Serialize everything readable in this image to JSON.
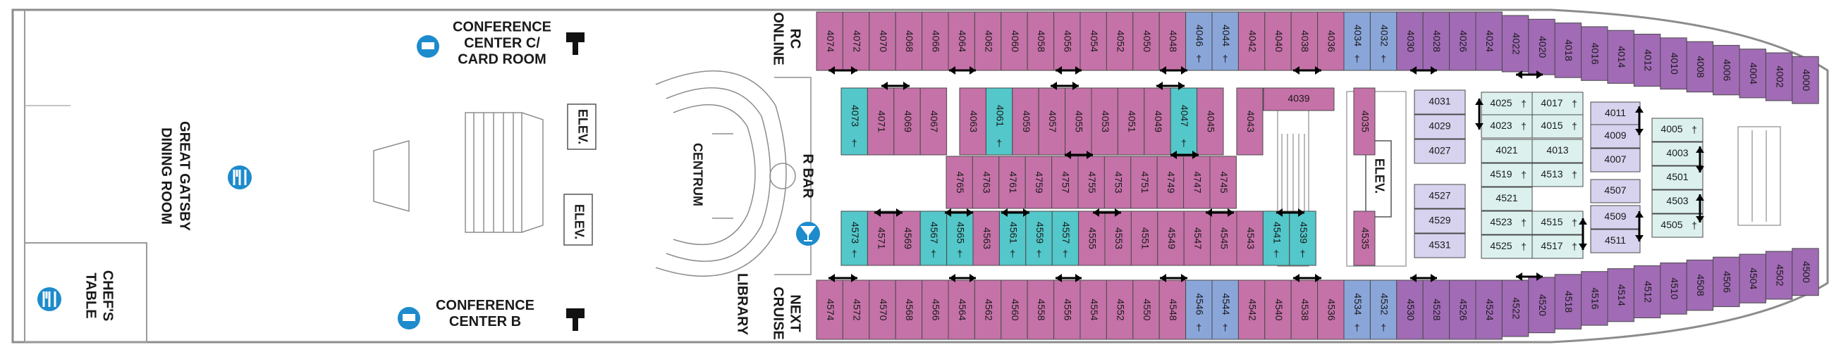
{
  "colors": {
    "suite": "#c572a8",
    "connecting": "#8aa6d9",
    "accessible": "#53c7c9",
    "interior": "#d7d2ee",
    "interior_alt": "#dcf1ee",
    "forward": "#a16bb6",
    "icon": "#1d8bcc",
    "outline": "#4a4a4a"
  },
  "venues": {
    "conference_c": [
      "CONFERENCE",
      "CENTER C/",
      "CARD ROOM"
    ],
    "conference_b": [
      "CONFERENCE",
      "CENTER B"
    ],
    "great_gatsby": [
      "GREAT GATSBY",
      "DINING ROOM"
    ],
    "chefs_table": [
      "CHEF'S",
      "TABLE"
    ],
    "rc_online": [
      "RC",
      "ONLINE"
    ],
    "next_cruise": [
      "NEXT",
      "CRUISE"
    ],
    "library": "LIBRARY",
    "centrum": "CENTRUM",
    "r_bar": "R BAR",
    "elev": "ELEV."
  },
  "cabins": {
    "top_row": [
      {
        "num": "4074",
        "cat": "suite"
      },
      {
        "num": "4072",
        "cat": "suite"
      },
      {
        "num": "4070",
        "cat": "suite"
      },
      {
        "num": "4068",
        "cat": "suite"
      },
      {
        "num": "4066",
        "cat": "suite"
      },
      {
        "num": "4064",
        "cat": "suite"
      },
      {
        "num": "4062",
        "cat": "suite"
      },
      {
        "num": "4060",
        "cat": "suite"
      },
      {
        "num": "4058",
        "cat": "suite"
      },
      {
        "num": "4056",
        "cat": "suite"
      },
      {
        "num": "4054",
        "cat": "suite"
      },
      {
        "num": "4052",
        "cat": "suite"
      },
      {
        "num": "4050",
        "cat": "suite"
      },
      {
        "num": "4048",
        "cat": "suite"
      },
      {
        "num": "4046",
        "cat": "connecting",
        "acc": true
      },
      {
        "num": "4044",
        "cat": "connecting",
        "acc": true
      },
      {
        "num": "4042",
        "cat": "suite"
      },
      {
        "num": "4040",
        "cat": "suite"
      },
      {
        "num": "4038",
        "cat": "suite"
      },
      {
        "num": "4036",
        "cat": "suite"
      },
      {
        "num": "4034",
        "cat": "connecting",
        "acc": true
      },
      {
        "num": "4032",
        "cat": "connecting",
        "acc": true
      },
      {
        "num": "4030",
        "cat": "forward"
      },
      {
        "num": "4028",
        "cat": "forward"
      },
      {
        "num": "4026",
        "cat": "forward"
      },
      {
        "num": "4024",
        "cat": "forward"
      },
      {
        "num": "4022",
        "cat": "forward"
      },
      {
        "num": "4020",
        "cat": "forward"
      },
      {
        "num": "4018",
        "cat": "forward"
      },
      {
        "num": "4016",
        "cat": "forward"
      },
      {
        "num": "4014",
        "cat": "forward"
      },
      {
        "num": "4012",
        "cat": "forward"
      },
      {
        "num": "4010",
        "cat": "forward"
      },
      {
        "num": "4008",
        "cat": "forward"
      },
      {
        "num": "4006",
        "cat": "forward"
      },
      {
        "num": "4004",
        "cat": "forward"
      },
      {
        "num": "4002",
        "cat": "forward"
      },
      {
        "num": "4000",
        "cat": "forward"
      }
    ],
    "bottom_row": [
      {
        "num": "4574",
        "cat": "suite"
      },
      {
        "num": "4572",
        "cat": "suite"
      },
      {
        "num": "4570",
        "cat": "suite"
      },
      {
        "num": "4568",
        "cat": "suite"
      },
      {
        "num": "4566",
        "cat": "suite"
      },
      {
        "num": "4564",
        "cat": "suite"
      },
      {
        "num": "4562",
        "cat": "suite"
      },
      {
        "num": "4560",
        "cat": "suite"
      },
      {
        "num": "4558",
        "cat": "suite"
      },
      {
        "num": "4556",
        "cat": "suite"
      },
      {
        "num": "4554",
        "cat": "suite"
      },
      {
        "num": "4552",
        "cat": "suite"
      },
      {
        "num": "4550",
        "cat": "suite"
      },
      {
        "num": "4548",
        "cat": "suite"
      },
      {
        "num": "4546",
        "cat": "connecting",
        "acc": true
      },
      {
        "num": "4544",
        "cat": "connecting",
        "acc": true
      },
      {
        "num": "4542",
        "cat": "suite"
      },
      {
        "num": "4540",
        "cat": "suite"
      },
      {
        "num": "4538",
        "cat": "suite"
      },
      {
        "num": "4536",
        "cat": "suite"
      },
      {
        "num": "4534",
        "cat": "connecting",
        "acc": true
      },
      {
        "num": "4532",
        "cat": "connecting",
        "acc": true
      },
      {
        "num": "4530",
        "cat": "forward"
      },
      {
        "num": "4528",
        "cat": "forward"
      },
      {
        "num": "4526",
        "cat": "forward"
      },
      {
        "num": "4524",
        "cat": "forward"
      },
      {
        "num": "4522",
        "cat": "forward"
      },
      {
        "num": "4520",
        "cat": "forward"
      },
      {
        "num": "4518",
        "cat": "forward"
      },
      {
        "num": "4516",
        "cat": "forward"
      },
      {
        "num": "4514",
        "cat": "forward"
      },
      {
        "num": "4512",
        "cat": "forward"
      },
      {
        "num": "4510",
        "cat": "forward"
      },
      {
        "num": "4508",
        "cat": "forward"
      },
      {
        "num": "4506",
        "cat": "forward"
      },
      {
        "num": "4504",
        "cat": "forward"
      },
      {
        "num": "4502",
        "cat": "forward"
      },
      {
        "num": "4500",
        "cat": "forward"
      }
    ],
    "inner_upper": [
      {
        "num": "4073",
        "cat": "accessible",
        "acc": true
      },
      {
        "num": "4071",
        "cat": "suite"
      },
      {
        "num": "4069",
        "cat": "suite"
      },
      {
        "num": "4067",
        "cat": "suite"
      },
      {
        "num": "4063",
        "cat": "suite"
      },
      {
        "num": "4061",
        "cat": "accessible",
        "acc": true
      },
      {
        "num": "4059",
        "cat": "suite"
      },
      {
        "num": "4057",
        "cat": "suite"
      },
      {
        "num": "4055",
        "cat": "suite"
      },
      {
        "num": "4053",
        "cat": "suite"
      },
      {
        "num": "4051",
        "cat": "suite"
      },
      {
        "num": "4049",
        "cat": "suite"
      },
      {
        "num": "4047",
        "cat": "accessible",
        "acc": true
      },
      {
        "num": "4045",
        "cat": "suite"
      },
      {
        "num": "4043",
        "cat": "suite"
      },
      {
        "num": "4039",
        "cat": "suite"
      },
      {
        "num": "4035",
        "cat": "suite"
      }
    ],
    "inner_mid": [
      {
        "num": "4765",
        "cat": "suite"
      },
      {
        "num": "4763",
        "cat": "suite"
      },
      {
        "num": "4761",
        "cat": "suite"
      },
      {
        "num": "4759",
        "cat": "suite"
      },
      {
        "num": "4757",
        "cat": "suite"
      },
      {
        "num": "4755",
        "cat": "suite"
      },
      {
        "num": "4753",
        "cat": "suite"
      },
      {
        "num": "4751",
        "cat": "suite"
      },
      {
        "num": "4749",
        "cat": "suite"
      },
      {
        "num": "4747",
        "cat": "suite"
      },
      {
        "num": "4745",
        "cat": "suite"
      }
    ],
    "inner_lower": [
      {
        "num": "4573",
        "cat": "accessible",
        "acc": true
      },
      {
        "num": "4571",
        "cat": "suite"
      },
      {
        "num": "4569",
        "cat": "suite"
      },
      {
        "num": "4567",
        "cat": "accessible",
        "acc": true
      },
      {
        "num": "4565",
        "cat": "accessible",
        "acc": true
      },
      {
        "num": "4563",
        "cat": "suite"
      },
      {
        "num": "4561",
        "cat": "accessible",
        "acc": true
      },
      {
        "num": "4559",
        "cat": "accessible",
        "acc": true
      },
      {
        "num": "4557",
        "cat": "accessible",
        "acc": true
      },
      {
        "num": "4555",
        "cat": "suite"
      },
      {
        "num": "4553",
        "cat": "suite"
      },
      {
        "num": "4551",
        "cat": "suite"
      },
      {
        "num": "4549",
        "cat": "suite"
      },
      {
        "num": "4547",
        "cat": "suite"
      },
      {
        "num": "4545",
        "cat": "suite"
      },
      {
        "num": "4543",
        "cat": "suite"
      },
      {
        "num": "4541",
        "cat": "accessible",
        "acc": true
      },
      {
        "num": "4539",
        "cat": "accessible",
        "acc": true
      },
      {
        "num": "4535",
        "cat": "suite"
      }
    ],
    "interior_col1": [
      "4031",
      "4029",
      "4027",
      "4527",
      "4529",
      "4531"
    ],
    "interior_col2": [
      {
        "num": "4025",
        "acc": true
      },
      {
        "num": "4023",
        "acc": true
      },
      {
        "num": "4021"
      },
      {
        "num": "4519",
        "acc": true
      },
      {
        "num": "4521"
      },
      {
        "num": "4523",
        "acc": true
      },
      {
        "num": "4525",
        "acc": true
      }
    ],
    "interior_col3": [
      {
        "num": "4017",
        "acc": true
      },
      {
        "num": "4015",
        "acc": true
      },
      {
        "num": "4013"
      },
      {
        "num": "4513",
        "acc": true
      },
      {
        "num": "4515",
        "acc": true
      },
      {
        "num": "4517",
        "acc": true
      }
    ],
    "interior_col4": [
      "4011",
      "4009",
      "4007",
      "4507",
      "4509",
      "4511"
    ],
    "interior_col5": [
      {
        "num": "4005",
        "acc": true
      },
      {
        "num": "4003"
      },
      {
        "num": "4501"
      },
      {
        "num": "4503"
      },
      {
        "num": "4505",
        "acc": true
      }
    ]
  }
}
